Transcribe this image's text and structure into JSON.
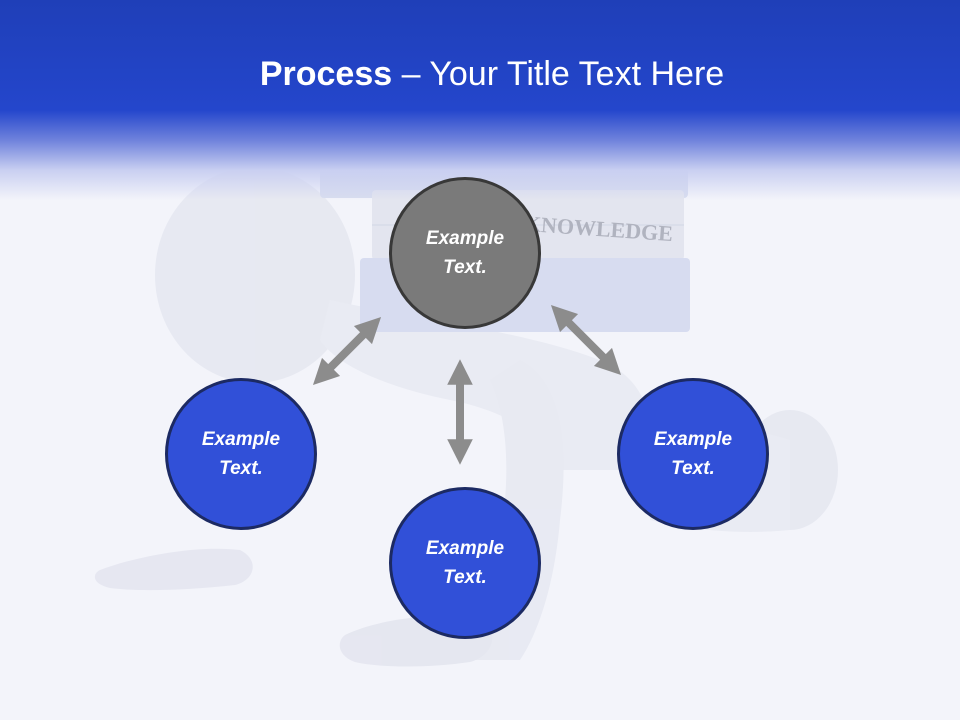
{
  "slide": {
    "title_bold": "Process",
    "title_rest": " – Your Title Text Here",
    "background_book_label": "KNOWLEDGE"
  },
  "nodes": {
    "top": {
      "line1": "Example",
      "line2": "Text."
    },
    "left": {
      "line1": "Example",
      "line2": "Text."
    },
    "bottom": {
      "line1": "Example",
      "line2": "Text."
    },
    "right": {
      "line1": "Example",
      "line2": "Text."
    }
  },
  "colors": {
    "header_blue": "#2446cc",
    "node_blue": "#3150d8",
    "node_gray": "#7a7a7a",
    "arrow_gray": "#8c8c8c"
  }
}
